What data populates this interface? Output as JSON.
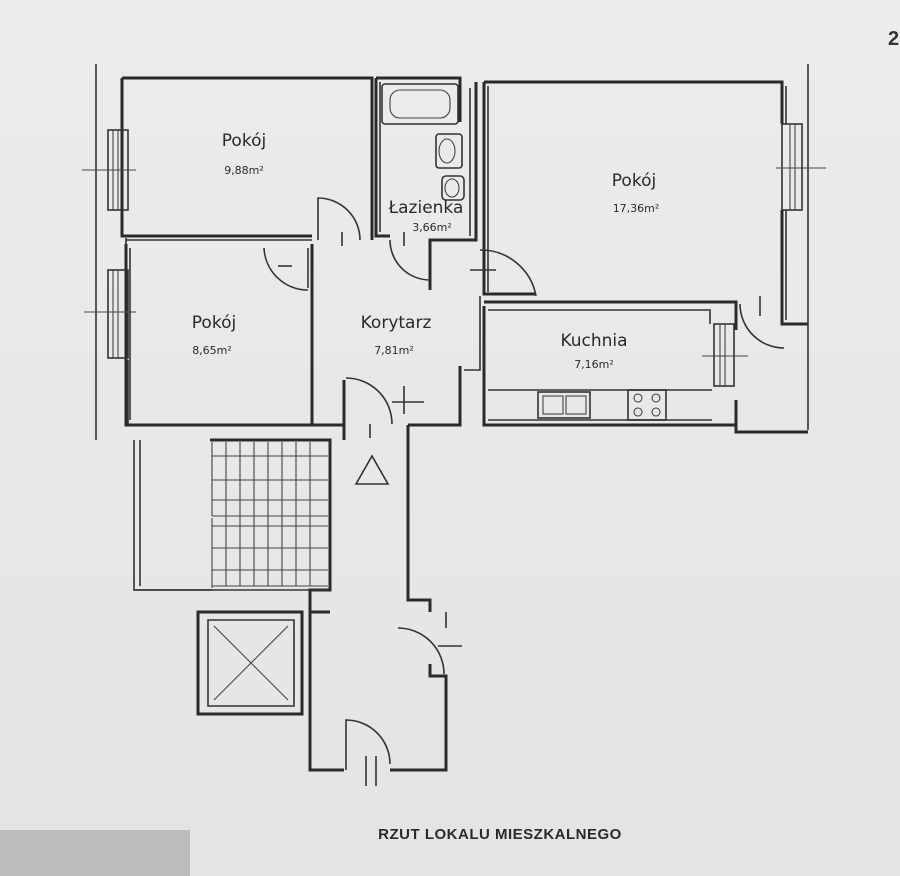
{
  "rooms": [
    {
      "id": "room1",
      "name": "Pokój",
      "area": "9,88m²"
    },
    {
      "id": "room2",
      "name": "Łazienka",
      "area": "3,66m²"
    },
    {
      "id": "room3",
      "name": "Pokój",
      "area": "17,36m²"
    },
    {
      "id": "room4",
      "name": "Pokój",
      "area": "8,65m²"
    },
    {
      "id": "room5",
      "name": "Korytarz",
      "area": "7,81m²"
    },
    {
      "id": "room6",
      "name": "Kuchnia",
      "area": "7,16m²"
    }
  ],
  "caption": "RZUT LOKALU MIESZKALNEGO",
  "corner_mark": "2",
  "colors": {
    "paper": "#ececea",
    "ink": "#2a2a2a"
  }
}
